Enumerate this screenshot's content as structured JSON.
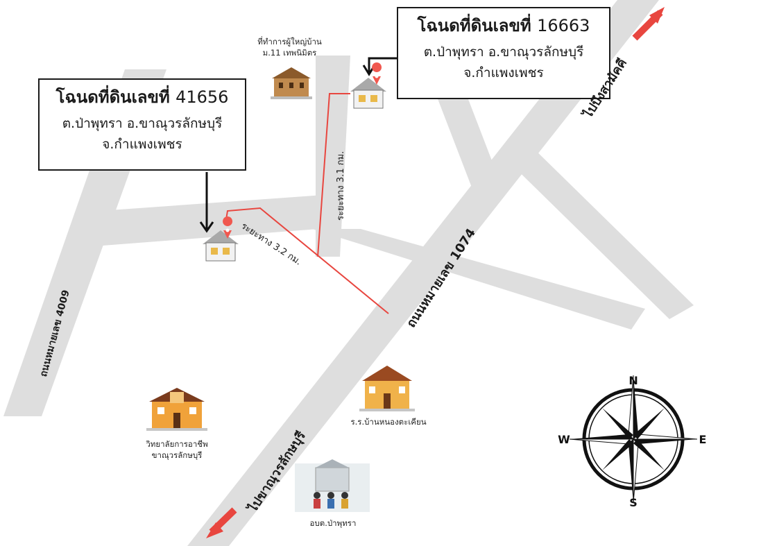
{
  "parcels": [
    {
      "title": "โฉนดที่ดินเลขที่",
      "number": "41656",
      "line1": "ต.ป่าพุทรา อ.ขาณุวรลักษบุรี",
      "line2": "จ.กำแพงเพชร"
    },
    {
      "title": "โฉนดที่ดินเลขที่",
      "number": "16663",
      "line1": "ต.ป่าพุทรา อ.ขาณุวรลักษบุรี",
      "line2": "จ.กำแพงเพชร"
    }
  ],
  "roads": {
    "road_1074": "ถนนหมายเลข 1074",
    "road_4009": "ถนนหมายเลข 4009",
    "to_bueng_samakkhi": "ไปบึงสามัคคี",
    "to_khanu": "ไปขาณุวรลักษบุรี"
  },
  "distances": {
    "parcel_41656": "ระยะทาง 3.2 กม.",
    "parcel_16663": "ระยะทาง 3.1 กม."
  },
  "landmarks": {
    "village_headman_office": {
      "line1": "ที่ทำการผู้ใหญ่บ้าน",
      "line2": "ม.11 เทพนิมิตร"
    },
    "vocational_college": {
      "line1": "วิทยาลัยการอาชีพ",
      "line2": "ขาณุวรลักษบุรี"
    },
    "nong_takhian_school": "ร.ร.บ้านหนองตะเคียน",
    "pa_phutsa_sao": "อบต.ป่าพุทรา"
  },
  "compass": {
    "n": "N",
    "s": "S",
    "e": "E",
    "w": "W"
  },
  "colors": {
    "road": "#dcdcdc",
    "route": "#e8463f",
    "arrow": "#e8463f",
    "pin": "#f0584f"
  }
}
